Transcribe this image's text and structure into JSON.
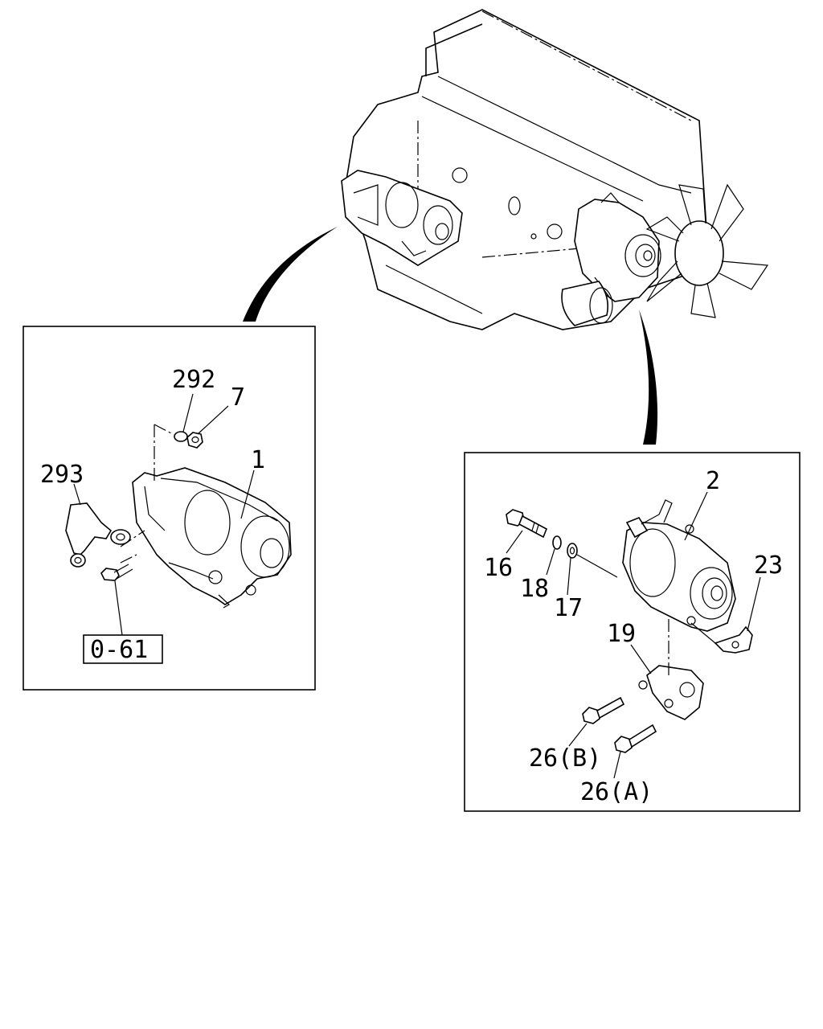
{
  "left_panel": {
    "callouts": {
      "c292": "292",
      "c7": "7",
      "c1": "1",
      "c293": "293",
      "ref": "0-61"
    }
  },
  "right_panel": {
    "callouts": {
      "c2": "2",
      "c16": "16",
      "c18": "18",
      "c17": "17",
      "c23": "23",
      "c19": "19",
      "c26b": "26(B)",
      "c26a": "26(A)"
    }
  }
}
